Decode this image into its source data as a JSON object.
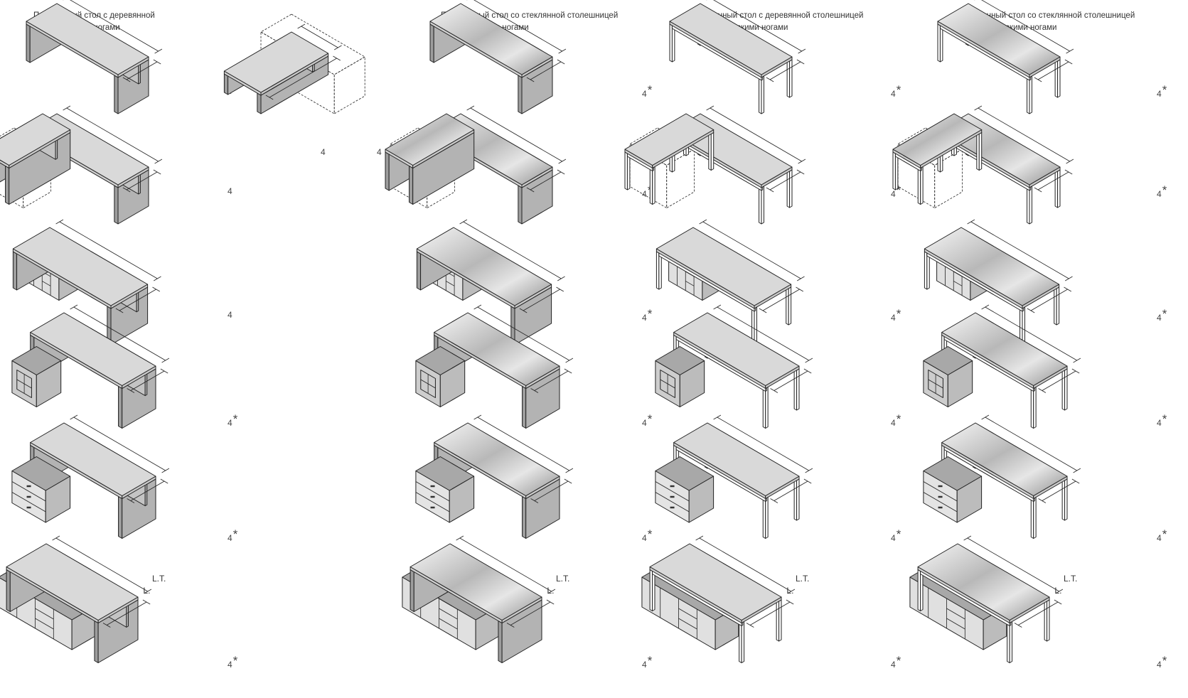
{
  "columns": [
    {
      "line1": "Письменный стол с деревянной",
      "line2": "столешницей и ногами"
    },
    {
      "line1": "Письменный стол со стеклянной столешницей",
      "line2": "и деревянными ногами"
    },
    {
      "line1": "Письменный стол с деревянной столешницей",
      "line2": "и металлическими ногами"
    },
    {
      "line1": "Письменный стол со стеклянной столешницей",
      "line2": "и металлическими ногами"
    }
  ],
  "note_number": "4",
  "note_asterisk": "*",
  "dims": {
    "lt": "L.T.",
    "l": "L."
  },
  "colors": {
    "wood_top": "#d9d9d9",
    "wood_side": "#b3b3b3",
    "glass_light": "#f4f4f4",
    "glass_dark": "#9a9a9a",
    "cabinet": "#bcbcbc",
    "line": "#222222"
  }
}
